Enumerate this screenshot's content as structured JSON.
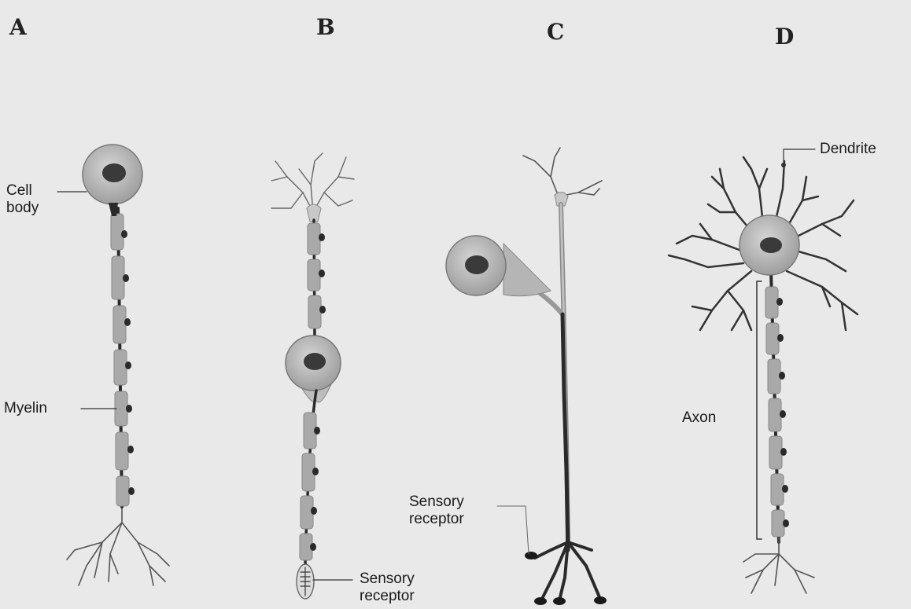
{
  "panels": [
    {
      "letter": "A"
    },
    {
      "letter": "B"
    },
    {
      "letter": "C"
    },
    {
      "letter": "D"
    }
  ],
  "labels": {
    "cell_body_line1": "Cell",
    "cell_body_line2": "body",
    "myelin": "Myelin",
    "sensory_b_line1": "Sensory",
    "sensory_b_line2": "receptor",
    "sensory_c_line1": "Sensory",
    "sensory_c_line2": "receptor",
    "dendrite": "Dendrite",
    "axon": "Axon"
  },
  "colors": {
    "background": "#e9e9e9",
    "soma": "#b9b9b9",
    "nucleus": "#3a3a3a",
    "myelin": "#a9a9a9",
    "axon": "#2a2a2a",
    "text": "#1a1a1a"
  }
}
